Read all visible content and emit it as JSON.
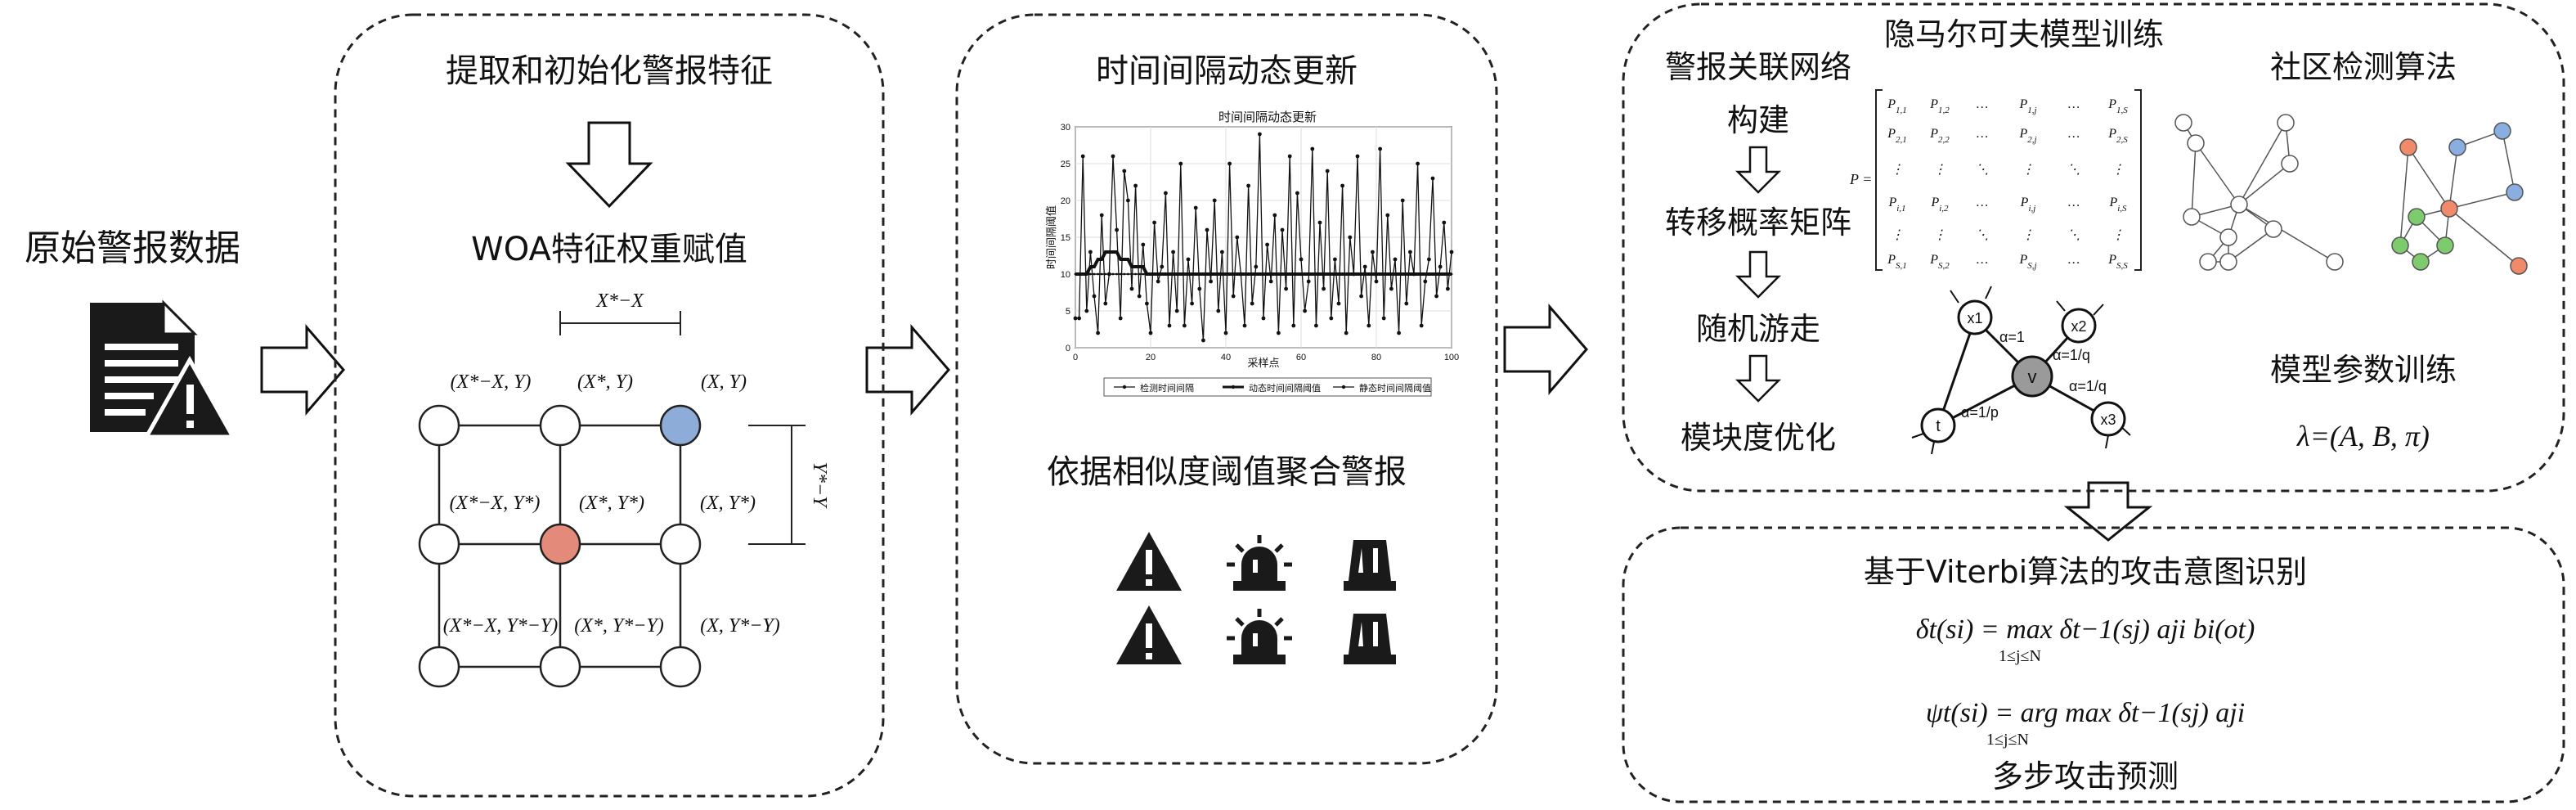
{
  "raw_data": {
    "label": "原始警报数据"
  },
  "panel1": {
    "title": "提取和初始化警报特征",
    "subtitle": "WOA特征权重赋值",
    "grid_labels": {
      "dx": "X*−X",
      "dy": "Y*−Y",
      "n_tl": "(X*−X, Y)",
      "n_tm": "(X*, Y)",
      "n_tr": "(X, Y)",
      "n_ml": "(X*−X, Y*)",
      "n_mm": "(X*, Y*)",
      "n_mr": "(X, Y*)",
      "n_bl": "(X*−X, Y*−Y)",
      "n_bm": "(X*, Y*−Y)",
      "n_br": "(X, Y*−Y)"
    },
    "colors": {
      "blue_node": "#8eacd8",
      "red_node": "#e48a7a"
    }
  },
  "panel2": {
    "title": "时间间隔动态更新",
    "bottom_title": "依据相似度阈值聚合警报",
    "icons": [
      "warning-icon",
      "siren-icon",
      "beacon-icon",
      "warning-icon",
      "siren-icon",
      "beacon-icon"
    ]
  },
  "panel3": {
    "title": "隐马尔可夫模型训练",
    "steps": [
      "警报关联网络",
      "构建",
      "转移概率矩阵",
      "随机游走",
      "模块度优化"
    ],
    "community_title": "社区检测算法",
    "param_title": "模型参数训练",
    "lambda": "λ=(A, B, π)",
    "matrix": {
      "prefix": "P =",
      "rows": [
        [
          "P1,1",
          "P1,2",
          "…",
          "P1,j",
          "…",
          "P1,S"
        ],
        [
          "P2,1",
          "P2,2",
          "…",
          "P2,j",
          "…",
          "P2,S"
        ],
        [
          "⋮",
          "⋮",
          "⋱",
          "⋮",
          "⋱",
          "⋮"
        ],
        [
          "Pi,1",
          "Pi,2",
          "…",
          "Pi,j",
          "…",
          "Pi,S"
        ],
        [
          "⋮",
          "⋮",
          "⋱",
          "⋮",
          "⋱",
          "⋮"
        ],
        [
          "PS,1",
          "PS,2",
          "…",
          "PS,j",
          "…",
          "PS,S"
        ]
      ]
    },
    "walk": {
      "x1": "x1",
      "x2": "x2",
      "x3": "x3",
      "v": "v",
      "t": "t",
      "a1": "α=1",
      "a2": "α=1/q",
      "a3": "α=1/q",
      "a4": "α=1/p"
    }
  },
  "panel4": {
    "title": "基于Viterbi算法的攻击意图识别",
    "formula1": "δt(si) = max δt−1(sj) aji bi(ot)",
    "formula2": "ψt(si) = arg max δt−1(sj) aji",
    "subscript": "1≤j≤N",
    "bottom": "多步攻击预测"
  },
  "chart_data": {
    "type": "line",
    "title": "时间间隔动态更新",
    "xlabel": "采样点",
    "ylabel": "时间间隔阈值",
    "xlim": [
      0,
      100
    ],
    "ylim": [
      0,
      30
    ],
    "xticks": [
      0,
      20,
      40,
      60,
      80,
      100
    ],
    "yticks": [
      0,
      5,
      10,
      15,
      20,
      25,
      30
    ],
    "legend_position": "bottom",
    "series": [
      {
        "name": "检测时间间隔",
        "values": [
          4,
          4,
          26,
          5,
          13,
          7,
          2,
          18,
          6,
          10,
          26,
          16,
          4,
          24,
          20,
          8,
          22,
          7,
          14,
          6,
          2,
          17,
          9,
          11,
          21,
          3,
          13,
          5,
          25,
          3,
          12,
          6,
          19,
          8,
          1,
          16,
          9,
          20,
          5,
          13,
          2,
          25,
          7,
          15,
          10,
          3,
          22,
          6,
          11,
          29,
          4,
          14,
          9,
          18,
          2,
          16,
          8,
          26,
          3,
          21,
          12,
          5,
          9,
          27,
          3,
          17,
          8,
          24,
          4,
          12,
          6,
          22,
          2,
          15,
          10,
          26,
          7,
          11,
          3,
          13,
          9,
          27,
          4,
          18,
          8,
          12,
          2,
          20,
          6,
          13,
          10,
          25,
          3,
          9,
          12,
          23,
          7,
          11,
          17,
          8,
          13
        ]
      },
      {
        "name": "动态时间间隔阈值",
        "values": [
          10,
          10,
          10,
          10,
          11,
          11,
          12,
          12,
          13,
          13,
          13,
          13,
          12,
          12,
          12,
          11,
          11,
          11,
          11,
          10,
          10,
          10,
          10,
          10,
          10,
          10,
          10,
          10,
          10,
          10,
          10,
          10,
          10,
          10,
          10,
          10,
          10,
          10,
          10,
          10,
          10,
          10,
          10,
          10,
          10,
          10,
          10,
          10,
          10,
          10,
          10,
          10,
          10,
          10,
          10,
          10,
          10,
          10,
          10,
          10,
          10,
          10,
          10,
          10,
          10,
          10,
          10,
          10,
          10,
          10,
          10,
          10,
          10,
          10,
          10,
          10,
          10,
          10,
          10,
          10,
          10,
          10,
          10,
          10,
          10,
          10,
          10,
          10,
          10,
          10,
          10,
          10,
          10,
          10,
          10,
          10,
          10,
          10,
          10,
          10,
          10
        ]
      },
      {
        "name": "静态时间间隔阈值",
        "values": [
          10,
          10,
          10,
          10,
          10,
          10,
          10,
          10,
          10,
          10,
          10,
          10,
          10,
          10,
          10,
          10,
          10,
          10,
          10,
          10,
          10,
          10,
          10,
          10,
          10,
          10,
          10,
          10,
          10,
          10,
          10,
          10,
          10,
          10,
          10,
          10,
          10,
          10,
          10,
          10,
          10,
          10,
          10,
          10,
          10,
          10,
          10,
          10,
          10,
          10,
          10,
          10,
          10,
          10,
          10,
          10,
          10,
          10,
          10,
          10,
          10,
          10,
          10,
          10,
          10,
          10,
          10,
          10,
          10,
          10,
          10,
          10,
          10,
          10,
          10,
          10,
          10,
          10,
          10,
          10,
          10,
          10,
          10,
          10,
          10,
          10,
          10,
          10,
          10,
          10,
          10,
          10,
          10,
          10,
          10,
          10,
          10,
          10,
          10,
          10,
          10
        ]
      }
    ]
  }
}
